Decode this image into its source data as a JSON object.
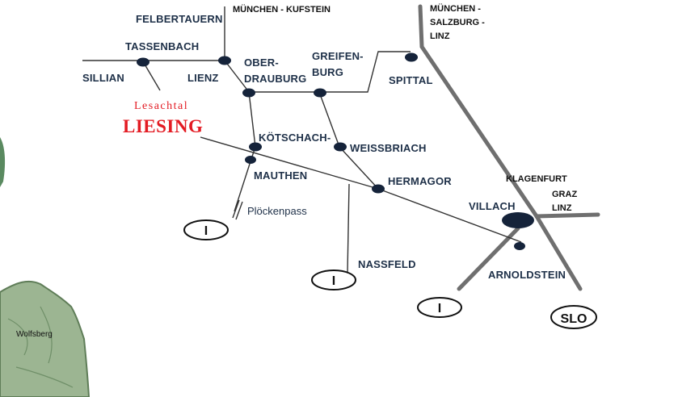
{
  "map": {
    "region": {
      "title": "Lesachtal",
      "name": "LIESING"
    },
    "places": {
      "felbertauern": "FELBERTAUERN",
      "muenchen_kufstein": "MÜNCHEN - KUFSTEIN",
      "muenchen_salzburg_linz": [
        "MÜNCHEN -",
        "SALZBURG -",
        "LINZ"
      ],
      "tassenbach": "TASSENBACH",
      "sillian": "SILLIAN",
      "lienz": "LIENZ",
      "oberdrauburg": [
        "OBER-",
        "DRAUBURG"
      ],
      "greifenburg": [
        "GREIFEN-",
        "BURG"
      ],
      "spittal": "SPITTAL",
      "koetschach": "KÖTSCHACH-",
      "mauthen": "MAUTHEN",
      "weissbriach": "WEISSBRIACH",
      "hermagor": "HERMAGOR",
      "ploeckenpass": "Plöckenpass",
      "nassfeld": "NASSFELD",
      "villach": "VILLACH",
      "arnoldstein": "ARNOLDSTEIN",
      "klagenfurt_graz_linz": [
        "KLAGENFURT",
        "GRAZ",
        "LINZ"
      ],
      "wolfsberg": "Wolfsberg"
    },
    "borders": {
      "italy": "I",
      "slovenia": "SLO"
    },
    "colors": {
      "road": "#333333",
      "highway": "#6f6f6f",
      "town": "#15233a",
      "label": "#1e3048",
      "accent": "#e31b23"
    }
  }
}
